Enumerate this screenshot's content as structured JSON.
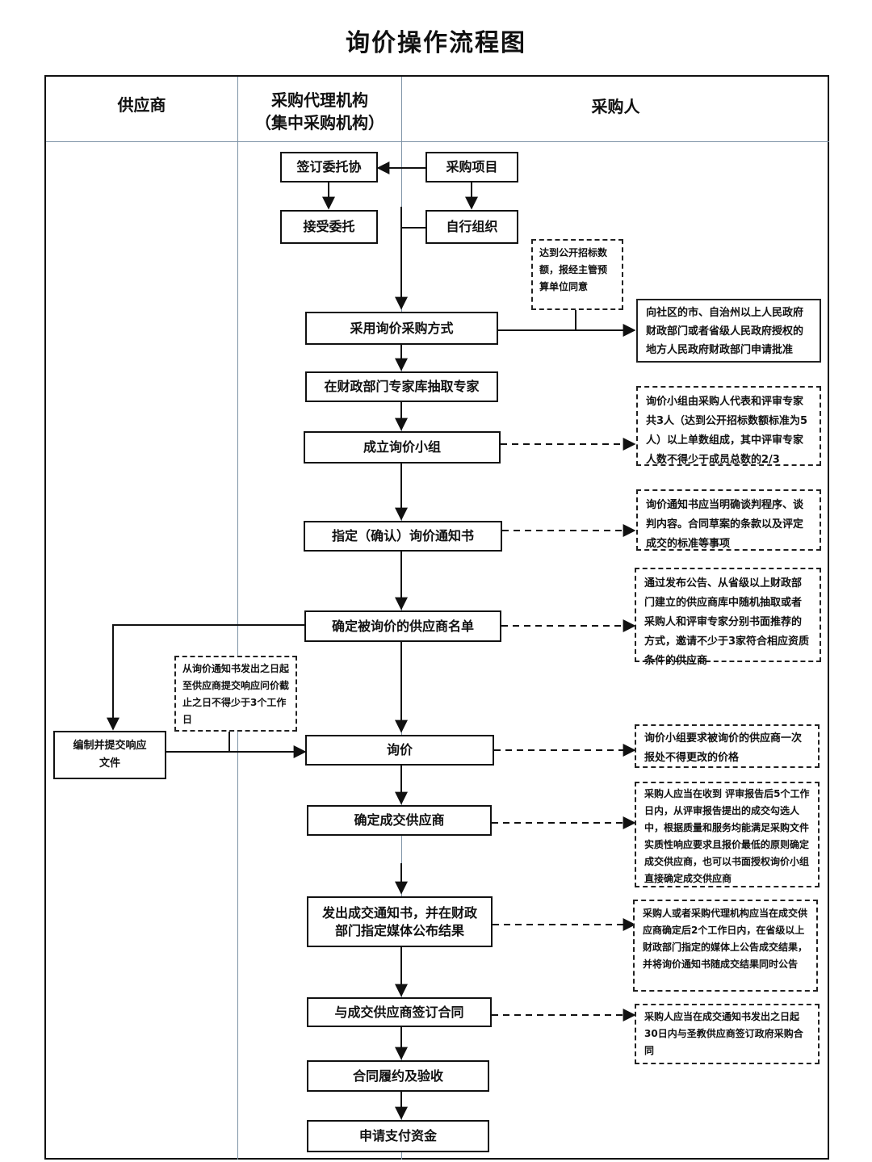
{
  "title": "询价操作流程图",
  "columns": {
    "supplier": "供应商",
    "agency_line1": "采购代理机构",
    "agency_line2": "（集中采购机构）",
    "purchaser": "采购人"
  },
  "steps": {
    "sign_agreement": "签订委托协",
    "procurement_project": "采购项目",
    "accept_commission": "接受委托",
    "self_organize": "自行组织",
    "adopt_inquiry": "采用询价采购方式",
    "extract_experts": "在财政部门专家库抽取专家",
    "form_group": "成立询价小组",
    "specify_notice": "指定（确认）询价通知书",
    "determine_suppliers": "确定被询价的供应商名单",
    "prepare_response": "编制并提交响应文件",
    "inquiry": "询价",
    "determine_winner": "确定成交供应商",
    "issue_notice": "发出成交通知书，并在财政部门指定媒体公布结果",
    "sign_contract": "与成交供应商签订合同",
    "perform_accept": "合同履约及验收",
    "apply_payment": "申请支付资金"
  },
  "notes": {
    "bid_threshold": "达到公开招标数额，报经主管预算单位同意",
    "apply_approval": "向社区的市、自治州以上人民政府财政部门或者省级人民政府授权的地方人民政府财政部门申请批准",
    "group_composition": "询价小组由采购人代表和评审专家共3人（达到公开招标数额标准为5人）以上单数组成，其中评审专家人数不得少于成员总数的2/3",
    "notice_content": "询价通知书应当明确谈判程序、谈判内容。合同草案的条款以及评定成交的标准等事项",
    "supplier_selection": "通过发布公告、从省级以上财政部门建立的供应商库中随机抽取或者采购人和评审专家分别书面推荐的方式，邀请不少于3家符合相应资质条件的供应商",
    "response_period": "从询价通知书发出之日起至供应商提交响应问价截止之日不得少于3个工作日",
    "one_time_quote": "询价小组要求被询价的供应商一次报处不得更改的价格",
    "winner_rule": "采购人应当在收到 评审报告后5个工作日内，从评审报告提出的成交勾选人中，根据质量和服务均能满足采购文件实质性响应要求且报价最低的原则确定成交供应商，也可以书面授权询价小组直接确定成交供应商",
    "publish_rule": "采购人或者采购代理机构应当在成交供应商确定后2个工作日内，在省级以上财政部门指定的媒体上公告成交结果，并将询价通知书随成交结果同时公告",
    "contract_rule": "采购人应当在成交通知书发出之日起30日内与圣教供应商签订政府采购合同"
  }
}
